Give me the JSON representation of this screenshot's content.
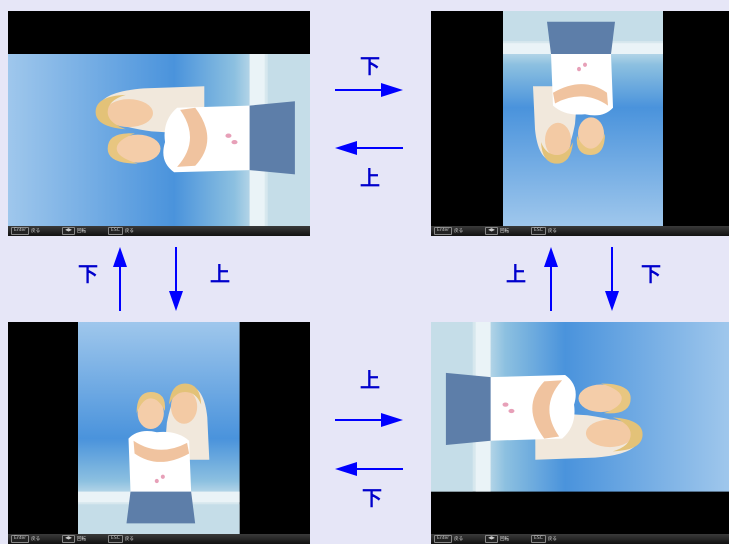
{
  "labels": {
    "down": "下",
    "up": "上"
  },
  "statusbar": {
    "enter_key": "Enter",
    "enter_label": "戻る",
    "rotate_key": "◀▶",
    "rotate_label": "回転",
    "esc_key": "ESC",
    "esc_label": "戻る"
  },
  "colors": {
    "arrow": "#0000ff",
    "background": "#e6e6f7"
  }
}
